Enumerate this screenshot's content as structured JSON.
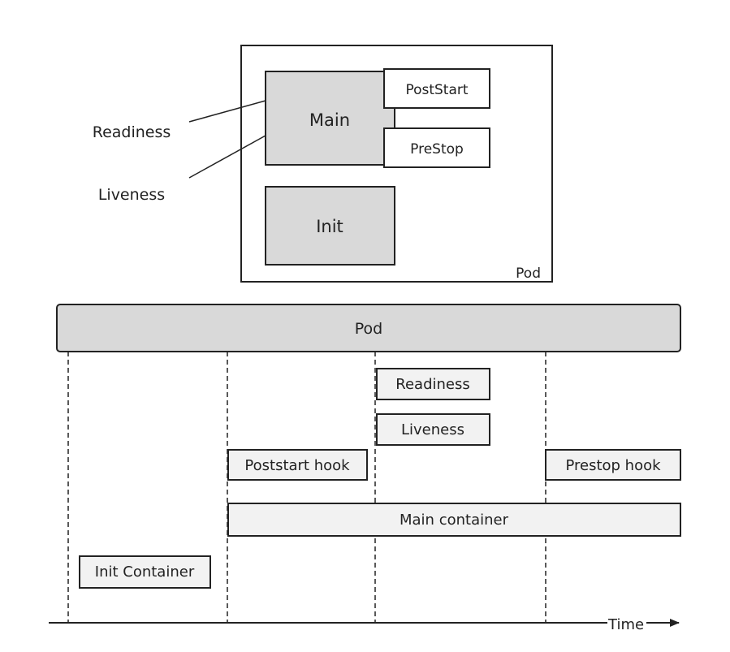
{
  "structure": {
    "pod_label": "Pod",
    "main_label": "Main",
    "init_label": "Init",
    "poststart_label": "PostStart",
    "prestop_label": "PreStop",
    "readiness_label": "Readiness",
    "liveness_label": "Liveness"
  },
  "timeline": {
    "pod_label": "Pod",
    "readiness_label": "Readiness",
    "liveness_label": "Liveness",
    "poststart_hook_label": "Poststart hook",
    "prestop_hook_label": "Prestop hook",
    "main_container_label": "Main container",
    "init_container_label": "Init Container",
    "time_label": "Time"
  },
  "colors": {
    "gray_fill": "#d9d9d9",
    "light_fill": "#f2f2f2",
    "stroke": "#222222"
  }
}
